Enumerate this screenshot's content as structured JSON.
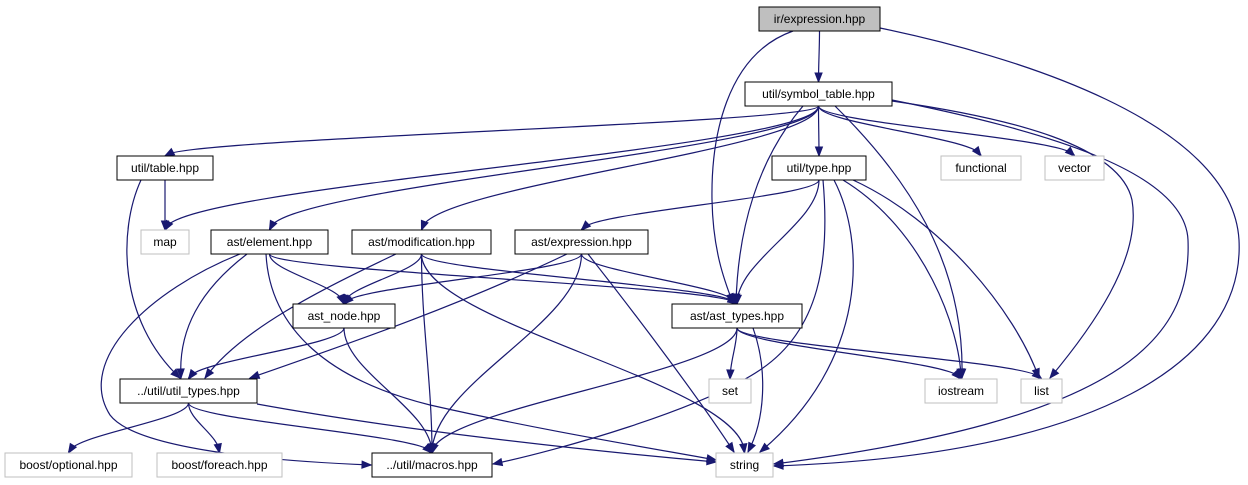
{
  "nodes": [
    {
      "id": "ir_expression",
      "name": "node-ir-expression-hpp",
      "label": "ir/expression.hpp",
      "style": "root",
      "interactable": true
    },
    {
      "id": "symbol_table",
      "name": "node-util-symbol-table-hpp",
      "label": "util/symbol_table.hpp",
      "style": "documented",
      "interactable": true
    },
    {
      "id": "table",
      "name": "node-util-table-hpp",
      "label": "util/table.hpp",
      "style": "documented",
      "interactable": true
    },
    {
      "id": "type",
      "name": "node-util-type-hpp",
      "label": "util/type.hpp",
      "style": "documented",
      "interactable": true
    },
    {
      "id": "functional",
      "name": "node-functional",
      "label": "functional",
      "style": "external",
      "interactable": false
    },
    {
      "id": "vector",
      "name": "node-vector",
      "label": "vector",
      "style": "external",
      "interactable": false
    },
    {
      "id": "map",
      "name": "node-map",
      "label": "map",
      "style": "external",
      "interactable": false
    },
    {
      "id": "element",
      "name": "node-ast-element-hpp",
      "label": "ast/element.hpp",
      "style": "documented",
      "interactable": true
    },
    {
      "id": "modification",
      "name": "node-ast-modification-hpp",
      "label": "ast/modification.hpp",
      "style": "documented",
      "interactable": true
    },
    {
      "id": "ast_expression",
      "name": "node-ast-expression-hpp",
      "label": "ast/expression.hpp",
      "style": "documented",
      "interactable": true
    },
    {
      "id": "ast_node",
      "name": "node-ast-node-hpp",
      "label": "ast_node.hpp",
      "style": "documented",
      "interactable": true
    },
    {
      "id": "ast_types",
      "name": "node-ast-ast-types-hpp",
      "label": "ast/ast_types.hpp",
      "style": "documented",
      "interactable": true
    },
    {
      "id": "util_types",
      "name": "node-util-util-types-hpp",
      "label": "../util/util_types.hpp",
      "style": "documented",
      "interactable": true
    },
    {
      "id": "set",
      "name": "node-set",
      "label": "set",
      "style": "external",
      "interactable": false
    },
    {
      "id": "iostream",
      "name": "node-iostream",
      "label": "iostream",
      "style": "external",
      "interactable": false
    },
    {
      "id": "list",
      "name": "node-list",
      "label": "list",
      "style": "external",
      "interactable": false
    },
    {
      "id": "boost_optional",
      "name": "node-boost-optional-hpp",
      "label": "boost/optional.hpp",
      "style": "external",
      "interactable": false
    },
    {
      "id": "boost_foreach",
      "name": "node-boost-foreach-hpp",
      "label": "boost/foreach.hpp",
      "style": "external",
      "interactable": false
    },
    {
      "id": "macros",
      "name": "node-util-macros-hpp",
      "label": "../util/macros.hpp",
      "style": "documented",
      "interactable": true
    },
    {
      "id": "string",
      "name": "node-string",
      "label": "string",
      "style": "external",
      "interactable": false
    }
  ],
  "edges": [
    {
      "from": "ir_expression",
      "to": "symbol_table"
    },
    {
      "from": "ir_expression",
      "to": "ast_types"
    },
    {
      "from": "ir_expression",
      "to": "string"
    },
    {
      "from": "symbol_table",
      "to": "table"
    },
    {
      "from": "symbol_table",
      "to": "map"
    },
    {
      "from": "symbol_table",
      "to": "element"
    },
    {
      "from": "symbol_table",
      "to": "modification"
    },
    {
      "from": "symbol_table",
      "to": "ast_types"
    },
    {
      "from": "symbol_table",
      "to": "type"
    },
    {
      "from": "symbol_table",
      "to": "functional"
    },
    {
      "from": "symbol_table",
      "to": "vector"
    },
    {
      "from": "symbol_table",
      "to": "iostream"
    },
    {
      "from": "symbol_table",
      "to": "list"
    },
    {
      "from": "symbol_table",
      "to": "string"
    },
    {
      "from": "table",
      "to": "map"
    },
    {
      "from": "table",
      "to": "util_types"
    },
    {
      "from": "type",
      "to": "ast_expression"
    },
    {
      "from": "type",
      "to": "ast_types"
    },
    {
      "from": "type",
      "to": "macros"
    },
    {
      "from": "type",
      "to": "string"
    },
    {
      "from": "type",
      "to": "iostream"
    },
    {
      "from": "type",
      "to": "list"
    },
    {
      "from": "element",
      "to": "ast_node"
    },
    {
      "from": "element",
      "to": "ast_types"
    },
    {
      "from": "element",
      "to": "util_types"
    },
    {
      "from": "element",
      "to": "macros"
    },
    {
      "from": "element",
      "to": "string"
    },
    {
      "from": "modification",
      "to": "ast_node"
    },
    {
      "from": "modification",
      "to": "ast_types"
    },
    {
      "from": "modification",
      "to": "util_types"
    },
    {
      "from": "modification",
      "to": "macros"
    },
    {
      "from": "modification",
      "to": "string"
    },
    {
      "from": "ast_expression",
      "to": "ast_node"
    },
    {
      "from": "ast_expression",
      "to": "ast_types"
    },
    {
      "from": "ast_expression",
      "to": "util_types"
    },
    {
      "from": "ast_expression",
      "to": "macros"
    },
    {
      "from": "ast_expression",
      "to": "string"
    },
    {
      "from": "ast_node",
      "to": "util_types"
    },
    {
      "from": "ast_node",
      "to": "macros"
    },
    {
      "from": "ast_types",
      "to": "set"
    },
    {
      "from": "ast_types",
      "to": "string"
    },
    {
      "from": "ast_types",
      "to": "iostream"
    },
    {
      "from": "ast_types",
      "to": "list"
    },
    {
      "from": "ast_types",
      "to": "macros"
    },
    {
      "from": "util_types",
      "to": "boost_optional"
    },
    {
      "from": "util_types",
      "to": "boost_foreach"
    },
    {
      "from": "util_types",
      "to": "macros"
    },
    {
      "from": "util_types",
      "to": "string"
    }
  ],
  "colors": {
    "edge": "#191970",
    "root_fill": "#bfbfbf",
    "documented_fill": "#ffffff",
    "documented_border": "#000000",
    "external_border": "#bfbfbf",
    "text": "#000000"
  }
}
